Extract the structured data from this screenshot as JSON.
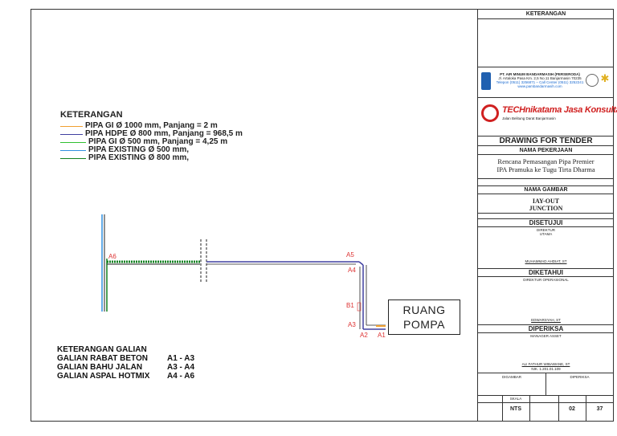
{
  "legend": {
    "title": "KETERANGAN",
    "items": [
      {
        "label": "PIPA GI Ø 1000 mm, Panjang = 2 m",
        "color": "#f0a030"
      },
      {
        "label": "PIPA HDPE Ø 800 mm, Panjang = 968,5 m",
        "color": "#4040a0"
      },
      {
        "label": "PIPA GI Ø 500 mm, Panjang = 4,25 m",
        "color": "#30c030"
      },
      {
        "label": "PIPA EXISTING Ø 500 mm,",
        "color": "#3090e0"
      },
      {
        "label": "PIPA EXISTING Ø 800 mm,",
        "color": "#108020"
      }
    ]
  },
  "galian": {
    "title": "KETERANGAN GALIAN",
    "rows": [
      {
        "name": "GALIAN RABAT BETON",
        "range": "A1 - A3"
      },
      {
        "name": "GALIAN BAHU JALAN",
        "range": "A3 - A4"
      },
      {
        "name": "GALIAN ASPAL HOTMIX",
        "range": "A4 - A6"
      }
    ]
  },
  "points": {
    "a6": "A6",
    "a5": "A5",
    "a4": "A4",
    "b1": "B1",
    "a3": "A3",
    "a2": "A2",
    "a1": "A1"
  },
  "ruang": {
    "line1": "RUANG",
    "line2": "POMPA"
  },
  "titleblock": {
    "keterangan": "KETERANGAN",
    "company1": "PT. AIR MINUM BANDARMASIH (PERSERODA)",
    "company1_addr": "Jl. Artaloka Pasa Km. 2,5 No.11 Banjarmasin 70235",
    "company1_tel": "Telepon (0511) 3256871 – Call Center (0511) 3252241",
    "company1_web": "www.pambandarmasih.com",
    "company2": "TECHnikatama Jasa Konsultan",
    "company2_addr": "Jalan Belitung Darat Banjarmasin",
    "drawing_for": "DRAWING FOR TENDER",
    "nama_pekerjaan_label": "NAMA PEKERJAAN",
    "nama_pekerjaan": "Rencana Pemasangan Pipa Premier IPA Pramuka ke Tugu Tirta Dharma",
    "nama_gambar_label": "NAMA GAMBAR",
    "nama_gambar": "IAY-OUT JUNCTION",
    "disetujui": "DISETUJUI",
    "direktur_utama": "DIREKTUR UTAMA",
    "name1": "MUHAMMAD AHDIAT, ST",
    "diketahui": "DIKETAHUI",
    "direktur_operasional": "DIREKTUR OPERASIONAL",
    "name2": "EDWARSYAH, ST",
    "diperiksa": "DIPERIKSA",
    "manager_asset": "MANAGER ASSET",
    "name3": "ALI FATHUR WIBAWANE, ST",
    "nik3": "NIK. 1.201.01.109",
    "digambar": "DIGAMBAR",
    "diperiksa2": "DIPERIKSA",
    "skala_label": "SKALA",
    "skala": "NTS",
    "num1": "02",
    "num2": "37"
  }
}
